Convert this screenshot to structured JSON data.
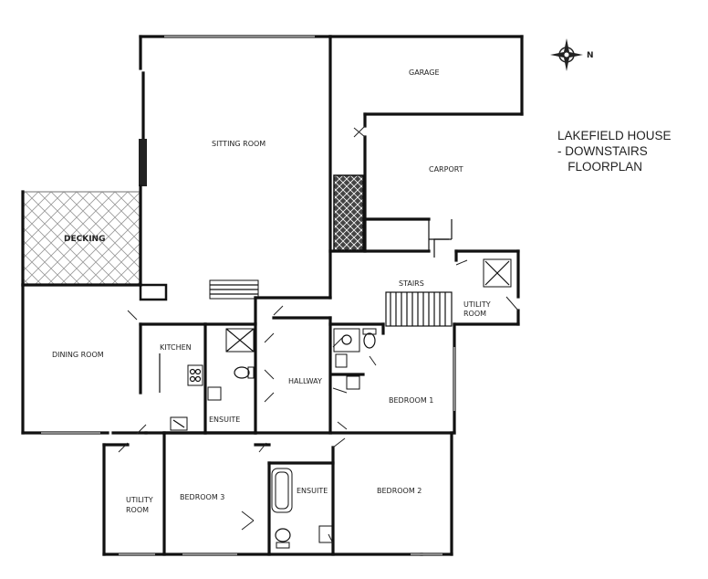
{
  "title_lines": [
    "LAKEFIELD HOUSE",
    "- DOWNSTAIRS",
    "   FLOORPLAN"
  ],
  "compass_label": "N",
  "rooms": {
    "garage": "GARAGE",
    "sitting_room": "SITTING ROOM",
    "carport": "CARPORT",
    "decking": "DECKING",
    "stairs": "STAIRS",
    "utility_room_top": "UTILITY ROOM",
    "dining_room": "DINING ROOM",
    "kitchen": "KITCHEN",
    "hallway": "HALLWAY",
    "bedroom_1": "BEDROOM 1",
    "ensuite_left": "ENSUITE",
    "utility_room_bottom": "UTILITY ROOM",
    "bedroom_3": "BEDROOM 3",
    "ensuite_middle": "ENSUITE",
    "bedroom_2": "BEDROOM 2"
  }
}
